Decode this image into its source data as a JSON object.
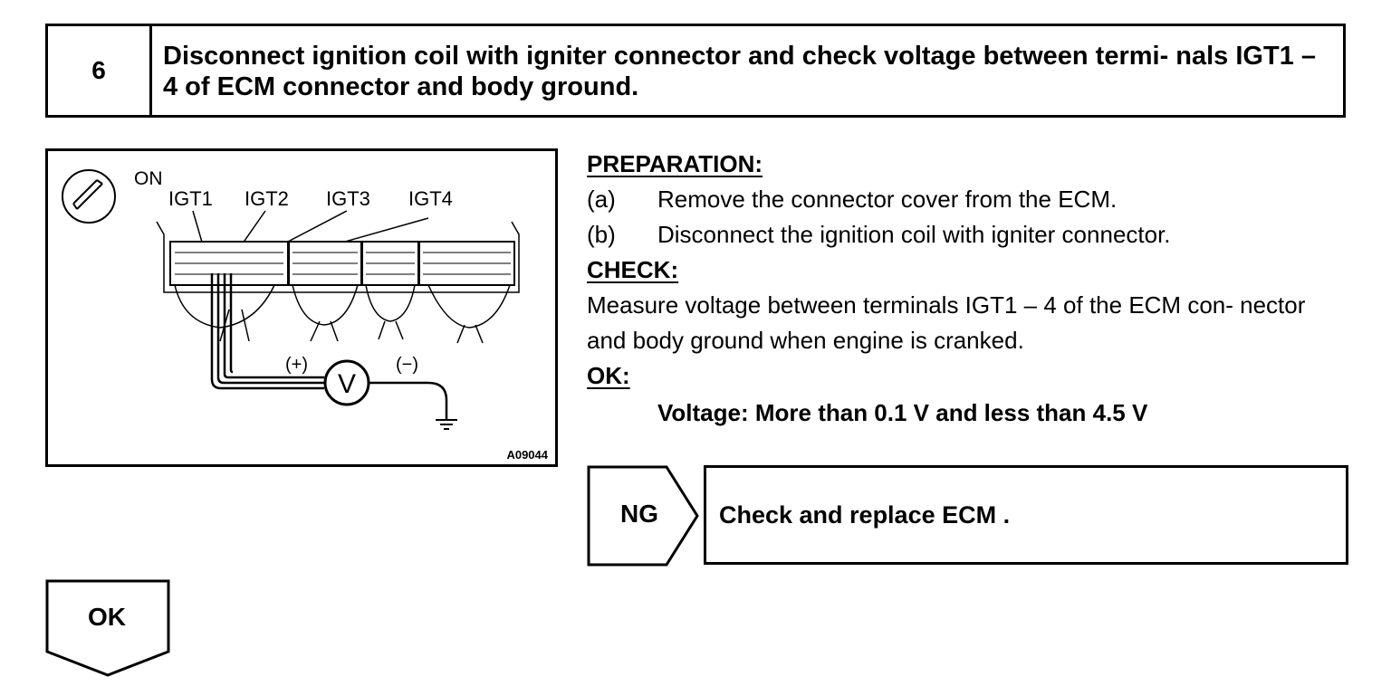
{
  "step": {
    "number": "6",
    "title": "Disconnect ignition coil with igniter connector and check voltage between termi- nals IGT1 – 4 of ECM connector and body ground."
  },
  "figure": {
    "ignition_label": "ON",
    "terminals": [
      "IGT1",
      "IGT2",
      "IGT3",
      "IGT4"
    ],
    "plus_label": "(+)",
    "minus_label": "(−)",
    "meter_symbol": "V",
    "figure_code": "A09044",
    "icon": "ignition-key-icon"
  },
  "instructions": {
    "preparation_heading": "PREPARATION:",
    "preparation_steps": [
      {
        "label": "(a)",
        "text": "Remove the connector cover from the ECM."
      },
      {
        "label": "(b)",
        "text": "Disconnect the ignition coil with igniter connector."
      }
    ],
    "check_heading": "CHECK:",
    "check_text": "Measure voltage between terminals IGT1 – 4 of the ECM con- nector and body ground when engine is cranked.",
    "ok_heading": "OK:",
    "ok_value": "Voltage: More than 0.1 V and less than 4.5 V"
  },
  "outcomes": {
    "ng_label": "NG",
    "ng_action": "Check and replace ECM .",
    "ok_label": "OK"
  }
}
